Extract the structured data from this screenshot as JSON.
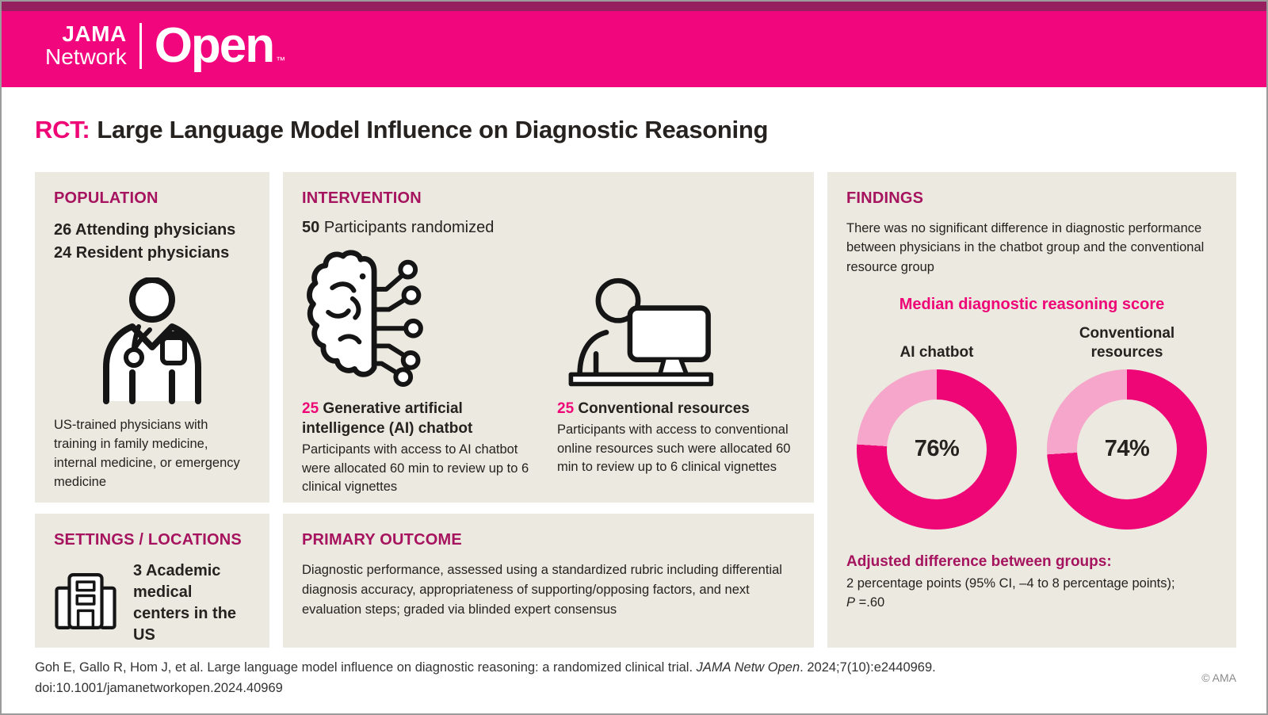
{
  "colors": {
    "header_pink": "#F2067D",
    "header_strip": "#96205F",
    "heading_magenta": "#A6135E",
    "accent_pink": "#EE0677",
    "donut_light": "#F6A6CA",
    "panel_bg": "#EBE9E0"
  },
  "header": {
    "jama": "JAMA",
    "network": "Network",
    "open": "Open",
    "tm": "™"
  },
  "title": {
    "prefix": "RCT:",
    "text": "Large Language Model Influence on Diagnostic Reasoning"
  },
  "population": {
    "heading": "POPULATION",
    "line1": "26 Attending physicians",
    "line2": "24 Resident physicians",
    "description": "US-trained physicians with training in family medicine, internal medicine, or emergency medicine"
  },
  "intervention": {
    "heading": "INTERVENTION",
    "count": "50",
    "count_label": "Participants randomized",
    "arm1": {
      "count": "25",
      "title": "Generative artificial intelligence (AI) chatbot",
      "description": "Participants with access to AI chatbot were allocated 60 min to review up to 6 clinical vignettes"
    },
    "arm2": {
      "count": "25",
      "title": "Conventional resources",
      "description": "Participants with access to conventional online resources such were allocated 60 min to review up to 6 clinical vignettes"
    }
  },
  "settings": {
    "heading": "SETTINGS / LOCATIONS",
    "text": "3 Academic medical centers in the US"
  },
  "primary_outcome": {
    "heading": "PRIMARY OUTCOME",
    "text": "Diagnostic performance, assessed using a standardized rubric including differential diagnosis accuracy, appropriateness of supporting/opposing factors, and next evaluation steps; graded via blinded expert consensus"
  },
  "findings": {
    "heading": "FINDINGS",
    "summary": "There was no significant difference in diagnostic performance between physicians in the chatbot group and the conventional resource group",
    "adjusted_label": "Adjusted difference between groups:",
    "adjusted_line1": "2 percentage points (95% CI, –4 to 8 percentage points);",
    "p_italic": "P",
    "p_rest": " =.60"
  },
  "chart_data": {
    "type": "donut",
    "title": "Median diagnostic reasoning score",
    "series": [
      {
        "name": "AI chatbot",
        "value": 76,
        "label": "76%"
      },
      {
        "name": "Conventional resources",
        "value": 74,
        "label": "74%"
      }
    ],
    "colors": {
      "primary": "#EE0677",
      "remainder": "#F6A6CA"
    },
    "legend_position": "labels-above-donuts"
  },
  "footer": {
    "citation_part1": "Goh E, Gallo R, Hom J, et al. Large language model influence on diagnostic reasoning: a randomized clinical trial. ",
    "citation_journal": "JAMA Netw Open",
    "citation_part2": ". 2024;7(10):e2440969.",
    "citation_line2": "doi:10.1001/jamanetworkopen.2024.40969",
    "copyright": "© AMA"
  }
}
